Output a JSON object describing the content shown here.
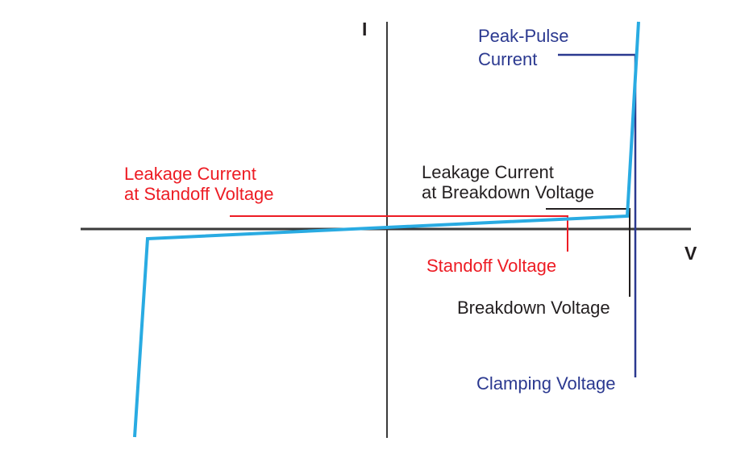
{
  "colors": {
    "background": "#FFFFFF",
    "curve": "#29ABE2",
    "navy": "#2B3990",
    "red": "#ED1C24",
    "text": "#231F20",
    "axis": "#3A3A3A"
  },
  "axes": {
    "y_label": "I",
    "x_label": "V"
  },
  "labels": {
    "peak_pulse": {
      "line1": "Peak-Pulse",
      "line2": "Current"
    },
    "leakage_standoff": {
      "line1": "Leakage Current",
      "line2": "at Standoff Voltage"
    },
    "leakage_breakdown": {
      "line1": "Leakage Current",
      "line2": "at Breakdown Voltage"
    },
    "standoff_voltage": "Standoff Voltage",
    "breakdown_voltage": "Breakdown Voltage",
    "clamping_voltage": "Clamping Voltage"
  },
  "geometry": {
    "x_axis": "100,284 857,284",
    "y_axis": "480,27 480,543",
    "curve": "167,542 183,296 778,268 792,27",
    "peak_pulse_pointer": "692,68 788,68 788,468",
    "breakdown_pointer": "677,259 781,259 781,368",
    "standoff_pointer": "285,268 704,268 704,312"
  },
  "curve_description": {
    "type": "line",
    "title_implied": "TVS diode I-V characteristic",
    "marked_points": [
      "Leakage Current at Standoff Voltage",
      "Leakage Current at Breakdown Voltage",
      "Standoff Voltage",
      "Breakdown Voltage",
      "Clamping Voltage",
      "Peak-Pulse Current"
    ]
  }
}
